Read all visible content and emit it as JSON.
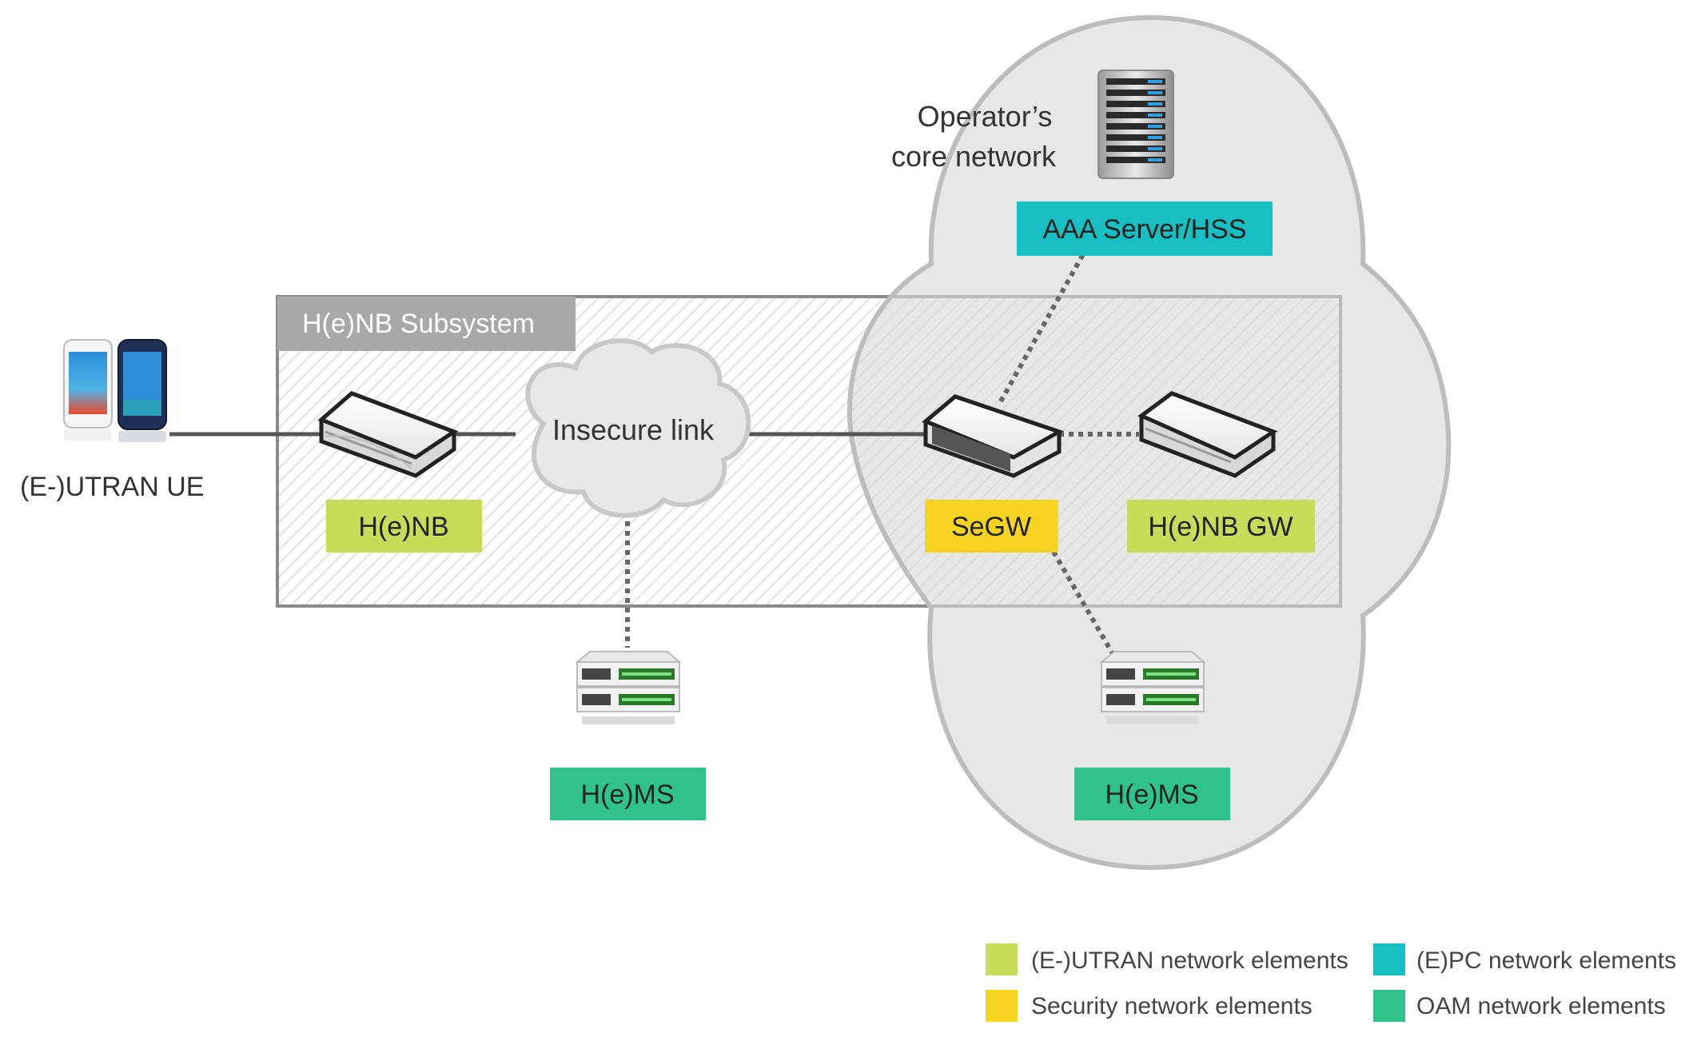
{
  "core_cloud": {
    "label_line1": "Operator’s",
    "label_line2": "core network"
  },
  "subsystem": {
    "title": "H(e)NB Subsystem"
  },
  "ue": {
    "label": "(E-)UTRAN UE"
  },
  "insecure_link": {
    "label": "Insecure link"
  },
  "nodes": {
    "henb": {
      "label": "H(e)NB"
    },
    "segw": {
      "label": "SeGW"
    },
    "henb_gw": {
      "label": "H(e)NB GW"
    },
    "aaa": {
      "label": "AAA Server/HSS"
    },
    "hems_left": {
      "label": "H(e)MS"
    },
    "hems_right": {
      "label": "H(e)MS"
    }
  },
  "legend": {
    "items": [
      {
        "label": "(E-)UTRAN network elements",
        "color": "#c9dc5a"
      },
      {
        "label": "(E)PC network elements",
        "color": "#17bfc2"
      },
      {
        "label": "Security network elements",
        "color": "#f7d421"
      },
      {
        "label": "OAM network elements",
        "color": "#31c28c"
      }
    ]
  },
  "colors": {
    "eutran": "#c9dc5a",
    "epc": "#17bfc2",
    "security": "#f7d421",
    "oam": "#31c28c"
  }
}
